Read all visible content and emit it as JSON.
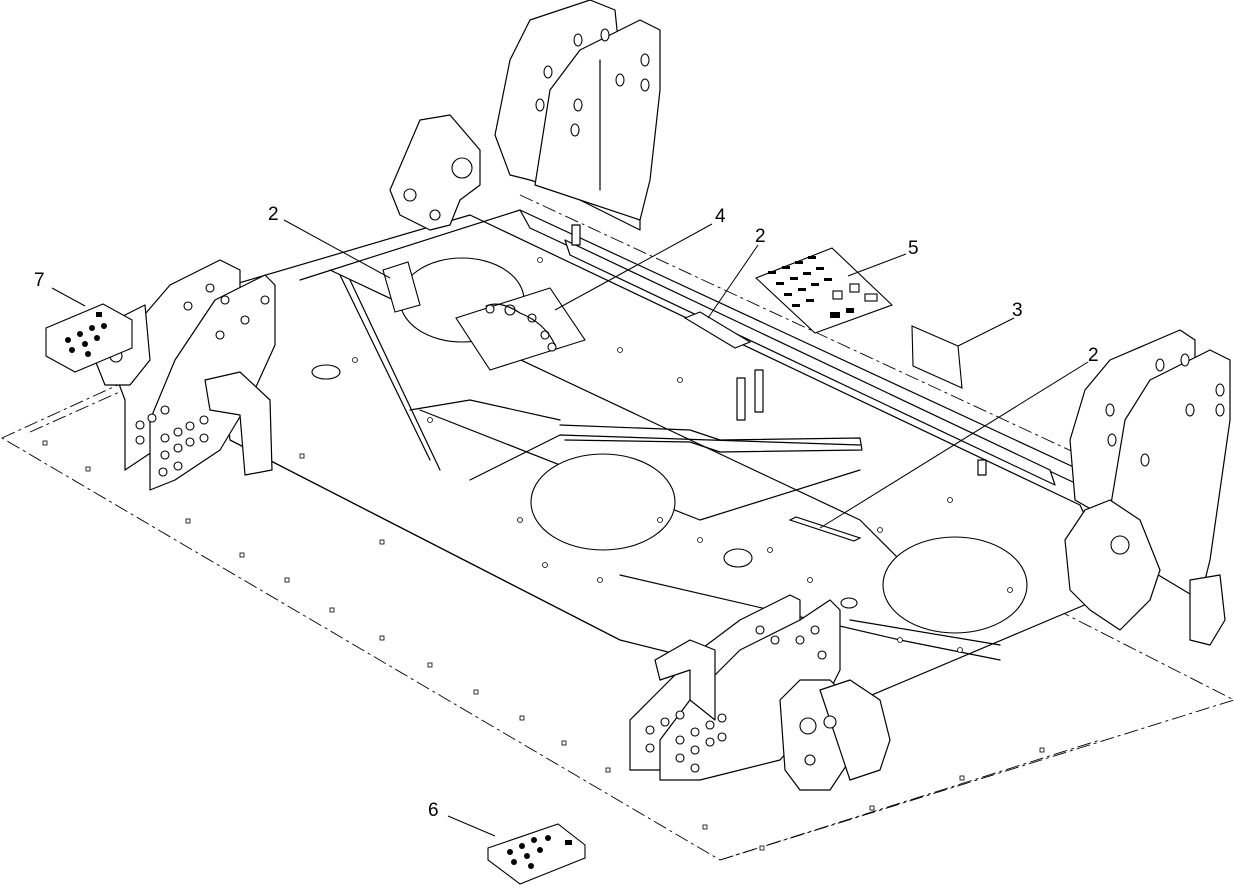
{
  "drawing": {
    "callouts": [
      {
        "id": "c2a",
        "label": "2"
      },
      {
        "id": "c4",
        "label": "4"
      },
      {
        "id": "c2b",
        "label": "2"
      },
      {
        "id": "c5",
        "label": "5"
      },
      {
        "id": "c3",
        "label": "3"
      },
      {
        "id": "c2c",
        "label": "2"
      },
      {
        "id": "c7",
        "label": "7"
      },
      {
        "id": "c6",
        "label": "6"
      }
    ]
  }
}
